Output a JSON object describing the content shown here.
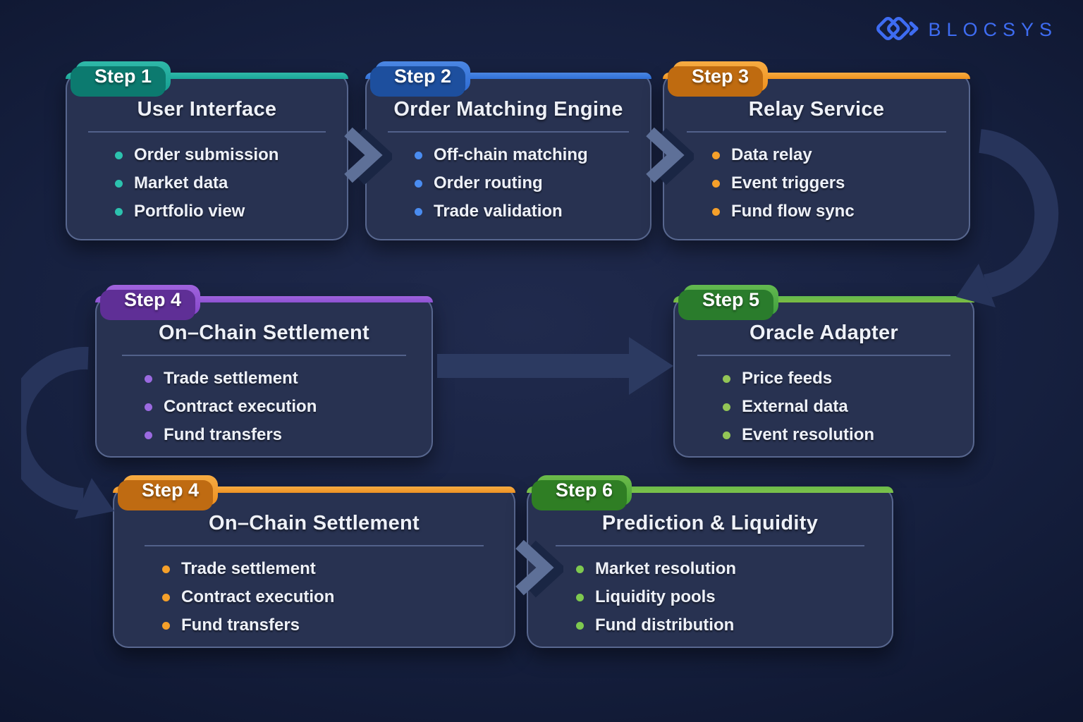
{
  "logo": {
    "text": "BLOCSYS",
    "color": "#3e6cf2",
    "icon": "blocsys-diamonds-icon"
  },
  "background_color": "#16203f",
  "card_body_color": "#283251",
  "arrow_color": "#27345b",
  "cards": [
    {
      "step": "Step 1",
      "title": "User Interface",
      "items": [
        "Order submission",
        "Market data",
        "Portfolio view"
      ],
      "colors": {
        "badge": "#16a093",
        "badge_light": "#2fb8a8",
        "badge_dark": "#0c7a6f",
        "strip": "#1ba89a",
        "bullet": "#2cc2ae"
      }
    },
    {
      "step": "Step 2",
      "title": "Order Matching Engine",
      "items": [
        "Off-chain matching",
        "Order routing",
        "Trade validation"
      ],
      "colors": {
        "badge": "#2e6cd4",
        "badge_light": "#4b86e2",
        "badge_dark": "#1d4f9e",
        "strip": "#2f70d8",
        "bullet": "#4a8cf0"
      }
    },
    {
      "step": "Step 3",
      "title": "Relay Service",
      "items": [
        "Data relay",
        "Event triggers",
        "Fund flow sync"
      ],
      "colors": {
        "badge": "#f0911d",
        "badge_light": "#f6ab42",
        "badge_dark": "#bf6b10",
        "strip": "#f0921e",
        "bullet": "#f5a02a"
      }
    },
    {
      "step": "Step 4",
      "title": "On–Chain Settlement",
      "items": [
        "Trade settlement",
        "Contract execution",
        "Fund transfers"
      ],
      "colors": {
        "badge": "#8747cb",
        "badge_light": "#9f63dd",
        "badge_dark": "#5f2f96",
        "strip": "#8d52d2",
        "bullet": "#9b6ae0"
      }
    },
    {
      "step": "Step 5",
      "title": "Oracle Adapter",
      "items": [
        "Price feeds",
        "External data",
        "Event resolution"
      ],
      "colors": {
        "badge": "#3f9f3e",
        "badge_light": "#63b94f",
        "badge_dark": "#2a7c2c",
        "strip": "#7cbc42",
        "bullet": "#93c556"
      }
    },
    {
      "step": "Step 4",
      "title": "On–Chain Settlement",
      "items": [
        "Trade settlement",
        "Contract execution",
        "Fund transfers"
      ],
      "colors": {
        "badge": "#ef9020",
        "badge_light": "#f6ab42",
        "badge_dark": "#bf6b12",
        "strip": "#ee9223",
        "bullet": "#f5a02a"
      }
    },
    {
      "step": "Step 6",
      "title": "Prediction & Liquidity",
      "items": [
        "Market resolution",
        "Liquidity pools",
        "Fund distribution"
      ],
      "colors": {
        "badge": "#47a336",
        "badge_light": "#6cbb4a",
        "badge_dark": "#2f7e24",
        "strip": "#7cc24a",
        "bullet": "#7ec94f"
      }
    }
  ]
}
